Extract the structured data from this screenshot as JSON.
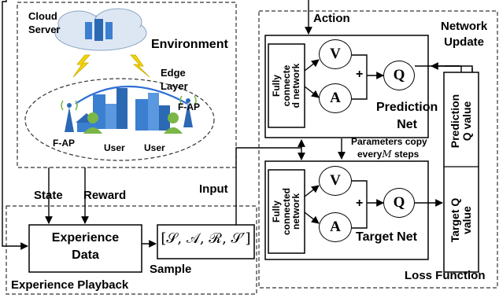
{
  "environment": {
    "title": "Environment",
    "cloud_server": "Cloud\nServer",
    "edge_layer": "Edge\nLayer",
    "fap_left": "F-AP",
    "fap_right": "F-AP",
    "user_left": "User",
    "user_right": "User"
  },
  "labels": {
    "action": "Action",
    "network_update": "Network\nUpdate",
    "state": "State",
    "reward": "Reward",
    "input": "Input",
    "sample": "Sample",
    "experience_playback": "Experience Playback",
    "loss_function": "Loss Function",
    "experience_data": "Experience\nData",
    "tuple": "[𝒮, 𝒜, ℛ, 𝒮′]",
    "params_copy_1": "Parameters copy",
    "params_copy_2": "every",
    "params_copy_M": "M",
    "params_copy_3": " steps"
  },
  "prediction_net": {
    "fc_label": "Fully\nconnecte\nd network",
    "v": "V",
    "a": "A",
    "plus": "+",
    "q": "Q",
    "name": "Prediction\nNet"
  },
  "target_net": {
    "fc_label": "Fully\nconnected\nnetwork",
    "v": "V",
    "a": "A",
    "plus": "+",
    "q": "Q",
    "name": "Target Net"
  },
  "q_values": {
    "prediction": "Prediction\nQ value",
    "target": "Target Q\nvalue"
  },
  "colors": {
    "cloud": "#dde7f3",
    "building": "#3b7fd0",
    "user": "#7ab648",
    "lightning": "#f5d400",
    "edge_ring": "#2e6fd6"
  }
}
